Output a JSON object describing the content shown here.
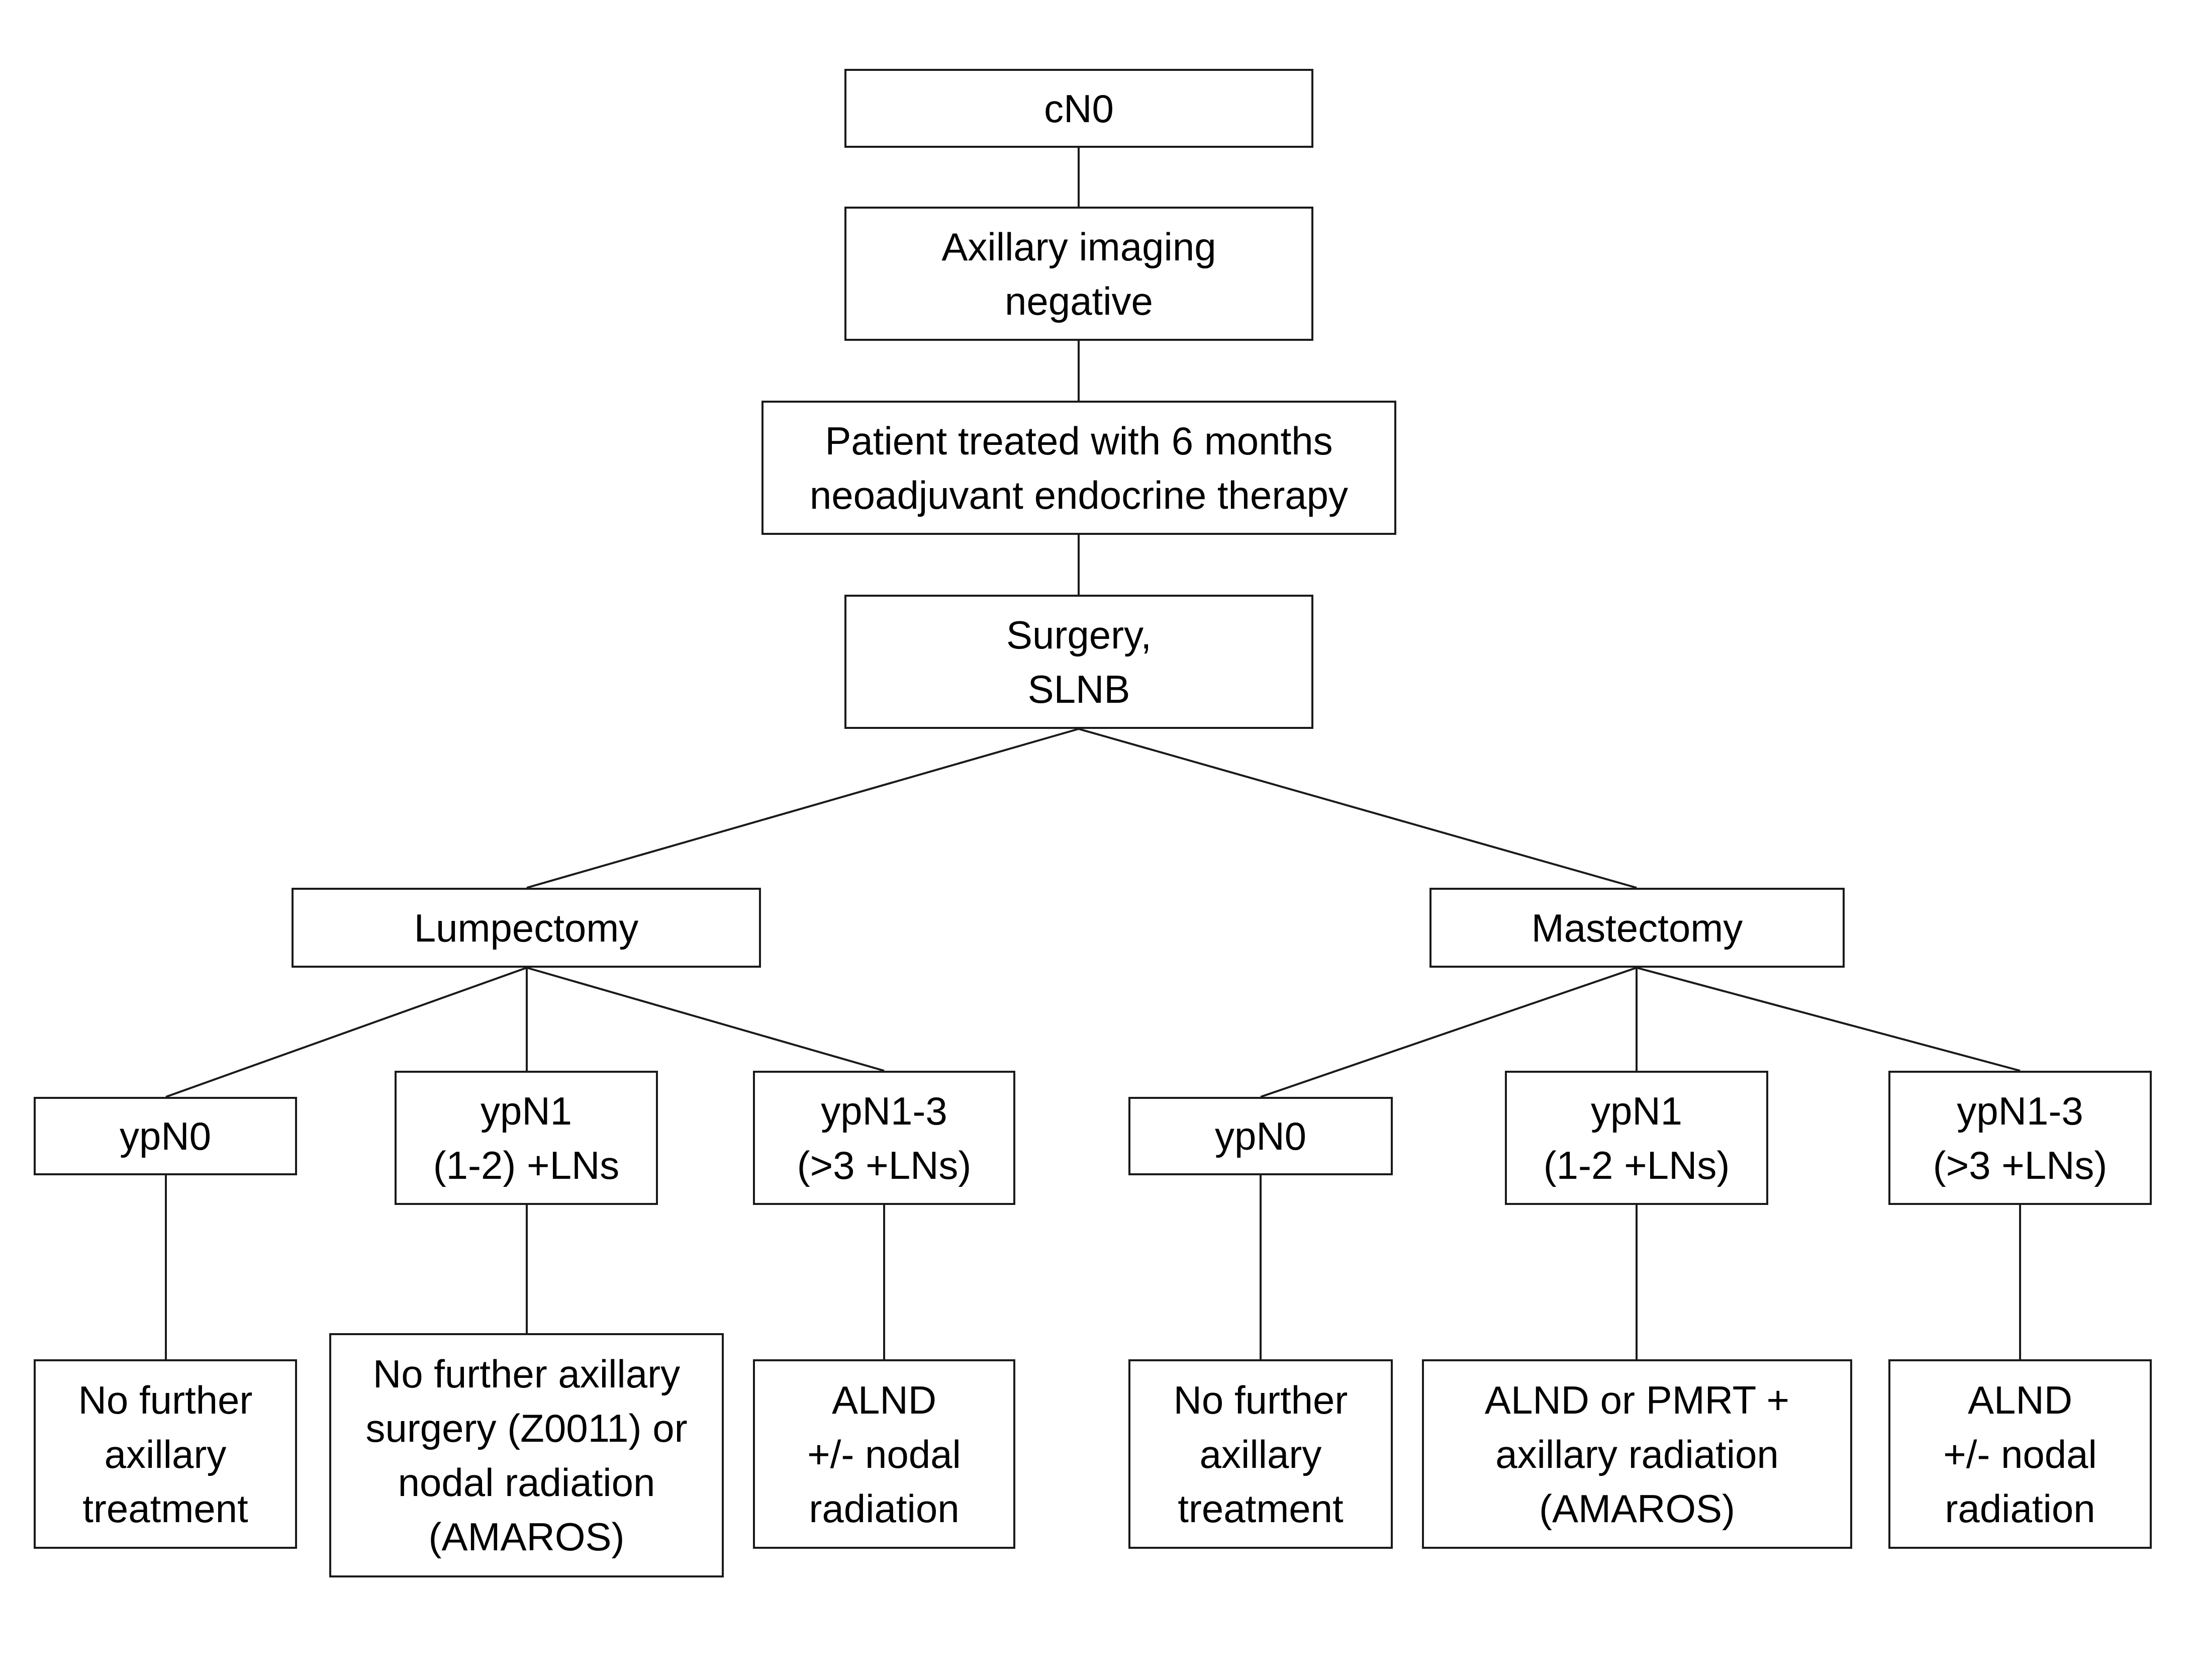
{
  "diagram": {
    "nodes": {
      "cn0": "cN0",
      "imaging": "Axillary imaging\nnegative",
      "treated": "Patient treated with 6 months\nneoadjuvant endocrine therapy",
      "surgery": "Surgery,\nSLNB",
      "lumpectomy": "Lumpectomy",
      "mastectomy": "Mastectomy",
      "lump_ypn0": "ypN0",
      "lump_ypn1": "ypN1\n(1-2) +LNs",
      "lump_ypn13": "ypN1-3\n(>3 +LNs)",
      "mast_ypn0": "ypN0",
      "mast_ypn1": "ypN1\n(1-2 +LNs)",
      "mast_ypn13": "ypN1-3\n(>3 +LNs)",
      "lump_ypn0_out": "No further\naxillary\ntreatment",
      "lump_ypn1_out": "No further axillary\nsurgery (Z0011) or\nnodal radiation\n(AMAROS)",
      "lump_ypn13_out": "ALND\n+/- nodal\nradiation",
      "mast_ypn0_out": "No further\naxillary\ntreatment",
      "mast_ypn1_out": "ALND or PMRT +\naxillary radiation\n(AMAROS)",
      "mast_ypn13_out": "ALND\n+/- nodal\nradiation"
    }
  }
}
